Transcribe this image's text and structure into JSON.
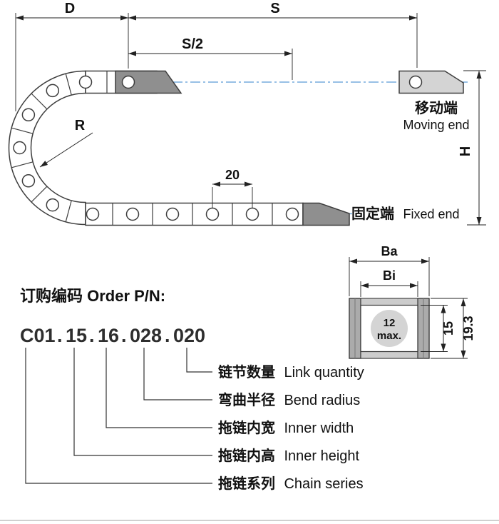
{
  "diagram": {
    "dims": {
      "d": "D",
      "s": "S",
      "s_half": "S/2",
      "r": "R",
      "pitch": "20",
      "h": "H"
    },
    "moving_end": {
      "cn": "移动端",
      "en": "Moving end"
    },
    "fixed_end": {
      "cn": "固定端",
      "en": "Fixed end"
    }
  },
  "cross_section": {
    "dims": {
      "ba": "Ba",
      "bi": "Bi",
      "inner_height": "15",
      "outer_height": "19.3"
    },
    "cavity": {
      "line1": "12",
      "line2": "max."
    }
  },
  "order": {
    "title": "订购编码 Order P/N:",
    "part_number": "C01.15.16.028.020",
    "segments": [
      "C01",
      "15",
      "16",
      "028",
      "020"
    ],
    "separator": ".",
    "labels": [
      {
        "cn": "链节数量",
        "en": "Link quantity"
      },
      {
        "cn": "弯曲半径",
        "en": "Bend radius"
      },
      {
        "cn": "拖链内宽",
        "en": "Inner width"
      },
      {
        "cn": "拖链内高",
        "en": "Inner height"
      },
      {
        "cn": "拖链系列",
        "en": "Chain series"
      }
    ]
  },
  "colors": {
    "accent_blue": "#1a62a8",
    "centerline_blue": "#5b9bd5",
    "bracket_gray": "#8f8f8f",
    "light_gray": "#d4d4d4"
  }
}
